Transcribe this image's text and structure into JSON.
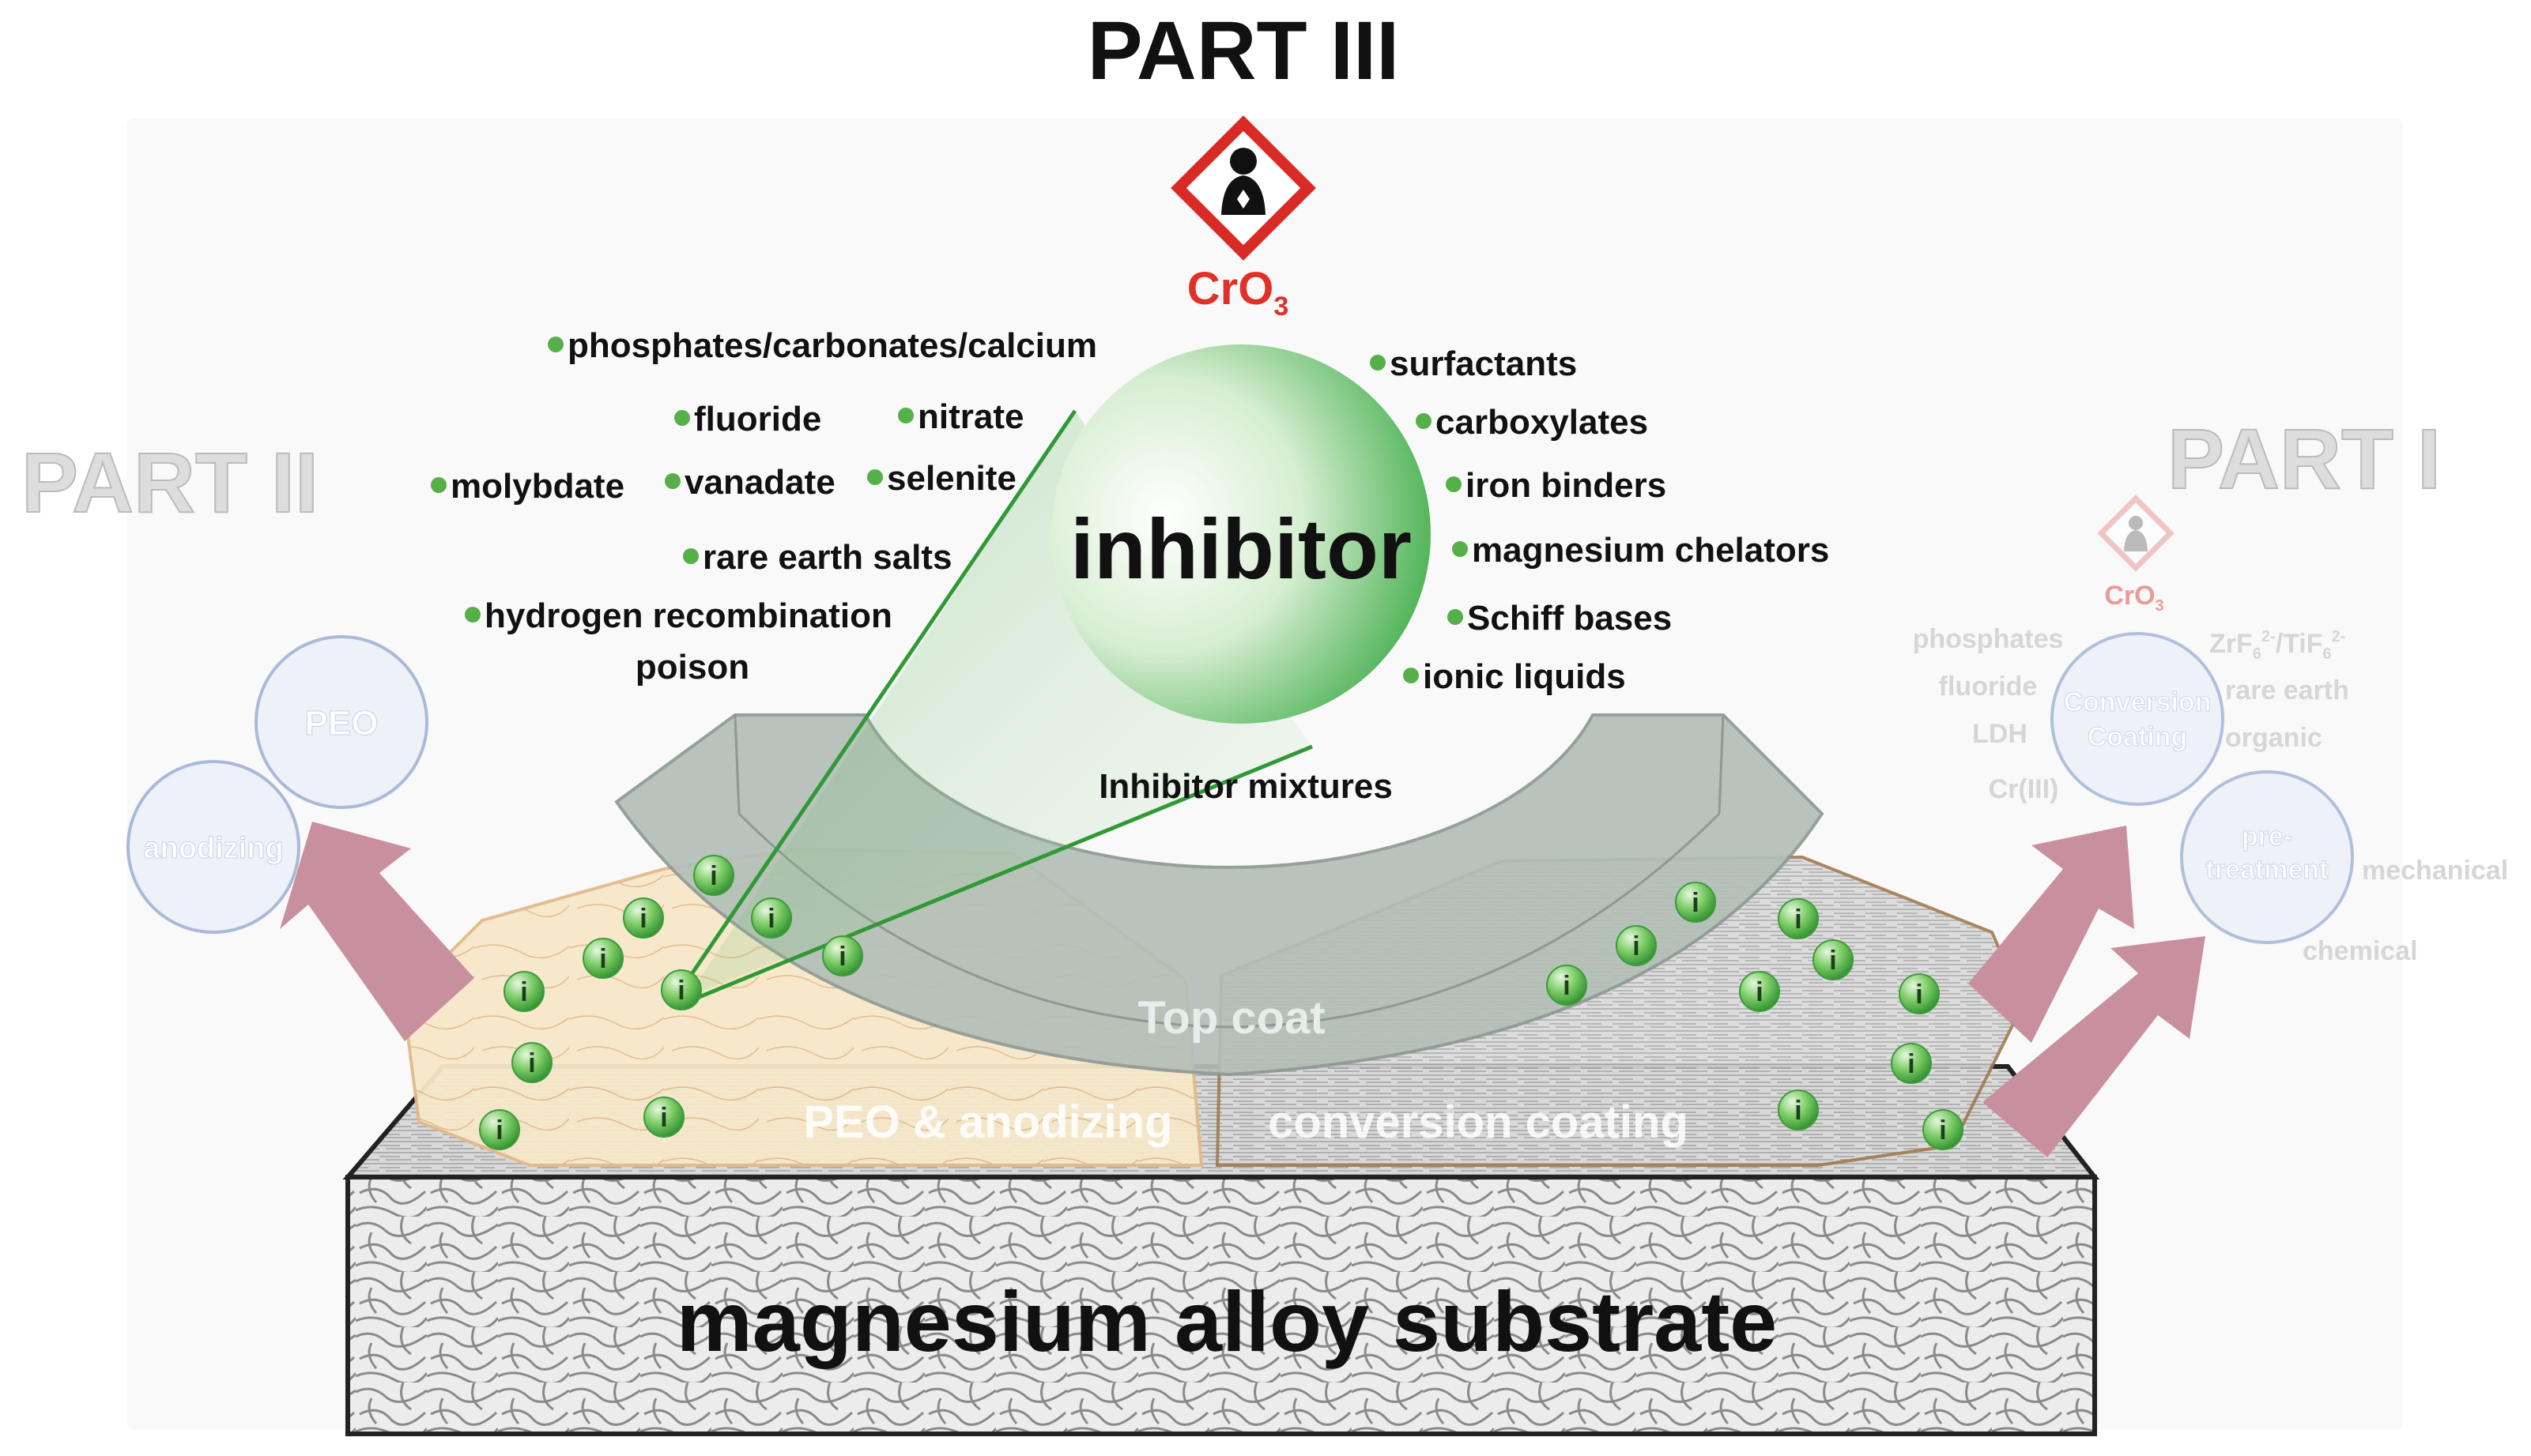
{
  "header": {
    "part3": "PART III",
    "part2": "PART II",
    "part1": "PART I"
  },
  "hazard": {
    "main": {
      "formula": "CrO",
      "subscript": "3"
    },
    "right": {
      "formula": "CrO",
      "subscript": "3"
    },
    "icon": "health-hazard-pictogram-icon"
  },
  "inhibitor": {
    "label": "inhibitor",
    "mixtures": "Inhibitor mixtures"
  },
  "inorganic_inhibitors": [
    "phosphates/carbonates/calcium",
    "fluoride",
    "nitrate",
    "molybdate",
    "vanadate",
    "selenite",
    "rare earth salts",
    "hydrogen recombination",
    "poison"
  ],
  "organic_inhibitors": [
    "surfactants",
    "carboxylates",
    "iron binders",
    "magnesium chelators",
    "Schiff bases",
    "ionic liquids"
  ],
  "part2": {
    "circle_top": "PEO",
    "circle_bottom": "anodizing"
  },
  "part1": {
    "conversion_top": "Conversion",
    "conversion_bottom": "Coating",
    "pretreatment_top": "pre-",
    "pretreatment_bottom": "treatment",
    "left_items": [
      "phosphates",
      "fluoride",
      "LDH",
      "Cr(III)"
    ],
    "zrf": "ZrF",
    "zrf_sub": "6",
    "zrf_sup": "2-",
    "tif": "/TiF",
    "tif_sub": "6",
    "tif_sup": "2-",
    "right_items": [
      "rare earth",
      "organic"
    ],
    "mechanical": "mechanical",
    "chemical": "chemical"
  },
  "layers": {
    "top_coat": "Top coat",
    "peo_anodizing": "PEO & anodizing",
    "conversion_coating": "conversion coating",
    "substrate": "magnesium alloy substrate"
  },
  "inhibitor_marker": "i",
  "colors": {
    "inhibitor_green": "#3aa83a",
    "hazard_red": "#e0302a",
    "faded_circle": "#a9b9d9",
    "arrow_pink": "#c8909e",
    "topcoat_gray": "#b7c3bc",
    "peo_beige": "#f6e7c8"
  }
}
